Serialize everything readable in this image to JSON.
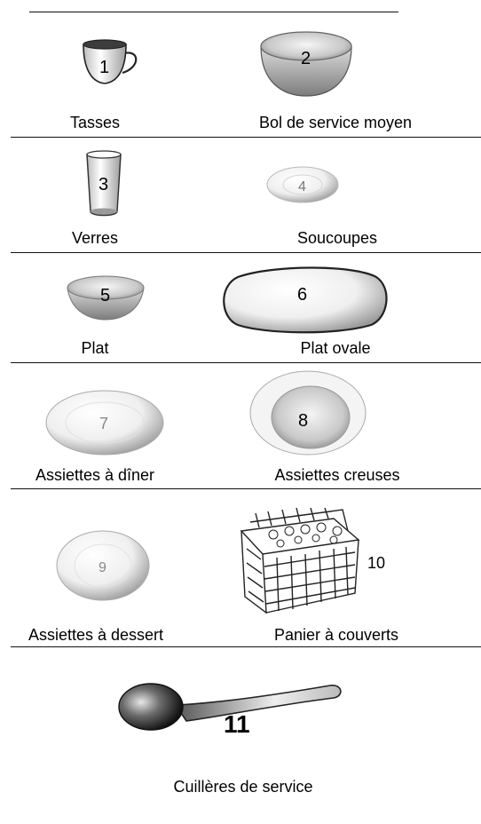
{
  "items": [
    {
      "number": "1",
      "label": "Tasses",
      "icon": "cup-icon"
    },
    {
      "number": "2",
      "label": "Bol de service moyen",
      "icon": "serving-bowl-icon"
    },
    {
      "number": "3",
      "label": "Verres",
      "icon": "glass-icon"
    },
    {
      "number": "4",
      "label": "Soucoupes",
      "icon": "saucer-icon"
    },
    {
      "number": "5",
      "label": "Plat",
      "icon": "dish-icon"
    },
    {
      "number": "6",
      "label": "Plat ovale",
      "icon": "oval-platter-icon"
    },
    {
      "number": "7",
      "label": "Assiettes à dîner",
      "icon": "dinner-plate-icon"
    },
    {
      "number": "8",
      "label": "Assiettes creuses",
      "icon": "soup-plate-icon"
    },
    {
      "number": "9",
      "label": "Assiettes à dessert",
      "icon": "dessert-plate-icon"
    },
    {
      "number": "10",
      "label": "Panier à couverts",
      "icon": "cutlery-basket-icon"
    },
    {
      "number": "11",
      "label": "Cuillères de service",
      "icon": "serving-spoon-icon"
    }
  ],
  "colors": {
    "line": "#111111",
    "shade_dark": "#8a8a8a",
    "shade_light": "#f2f2f2"
  }
}
